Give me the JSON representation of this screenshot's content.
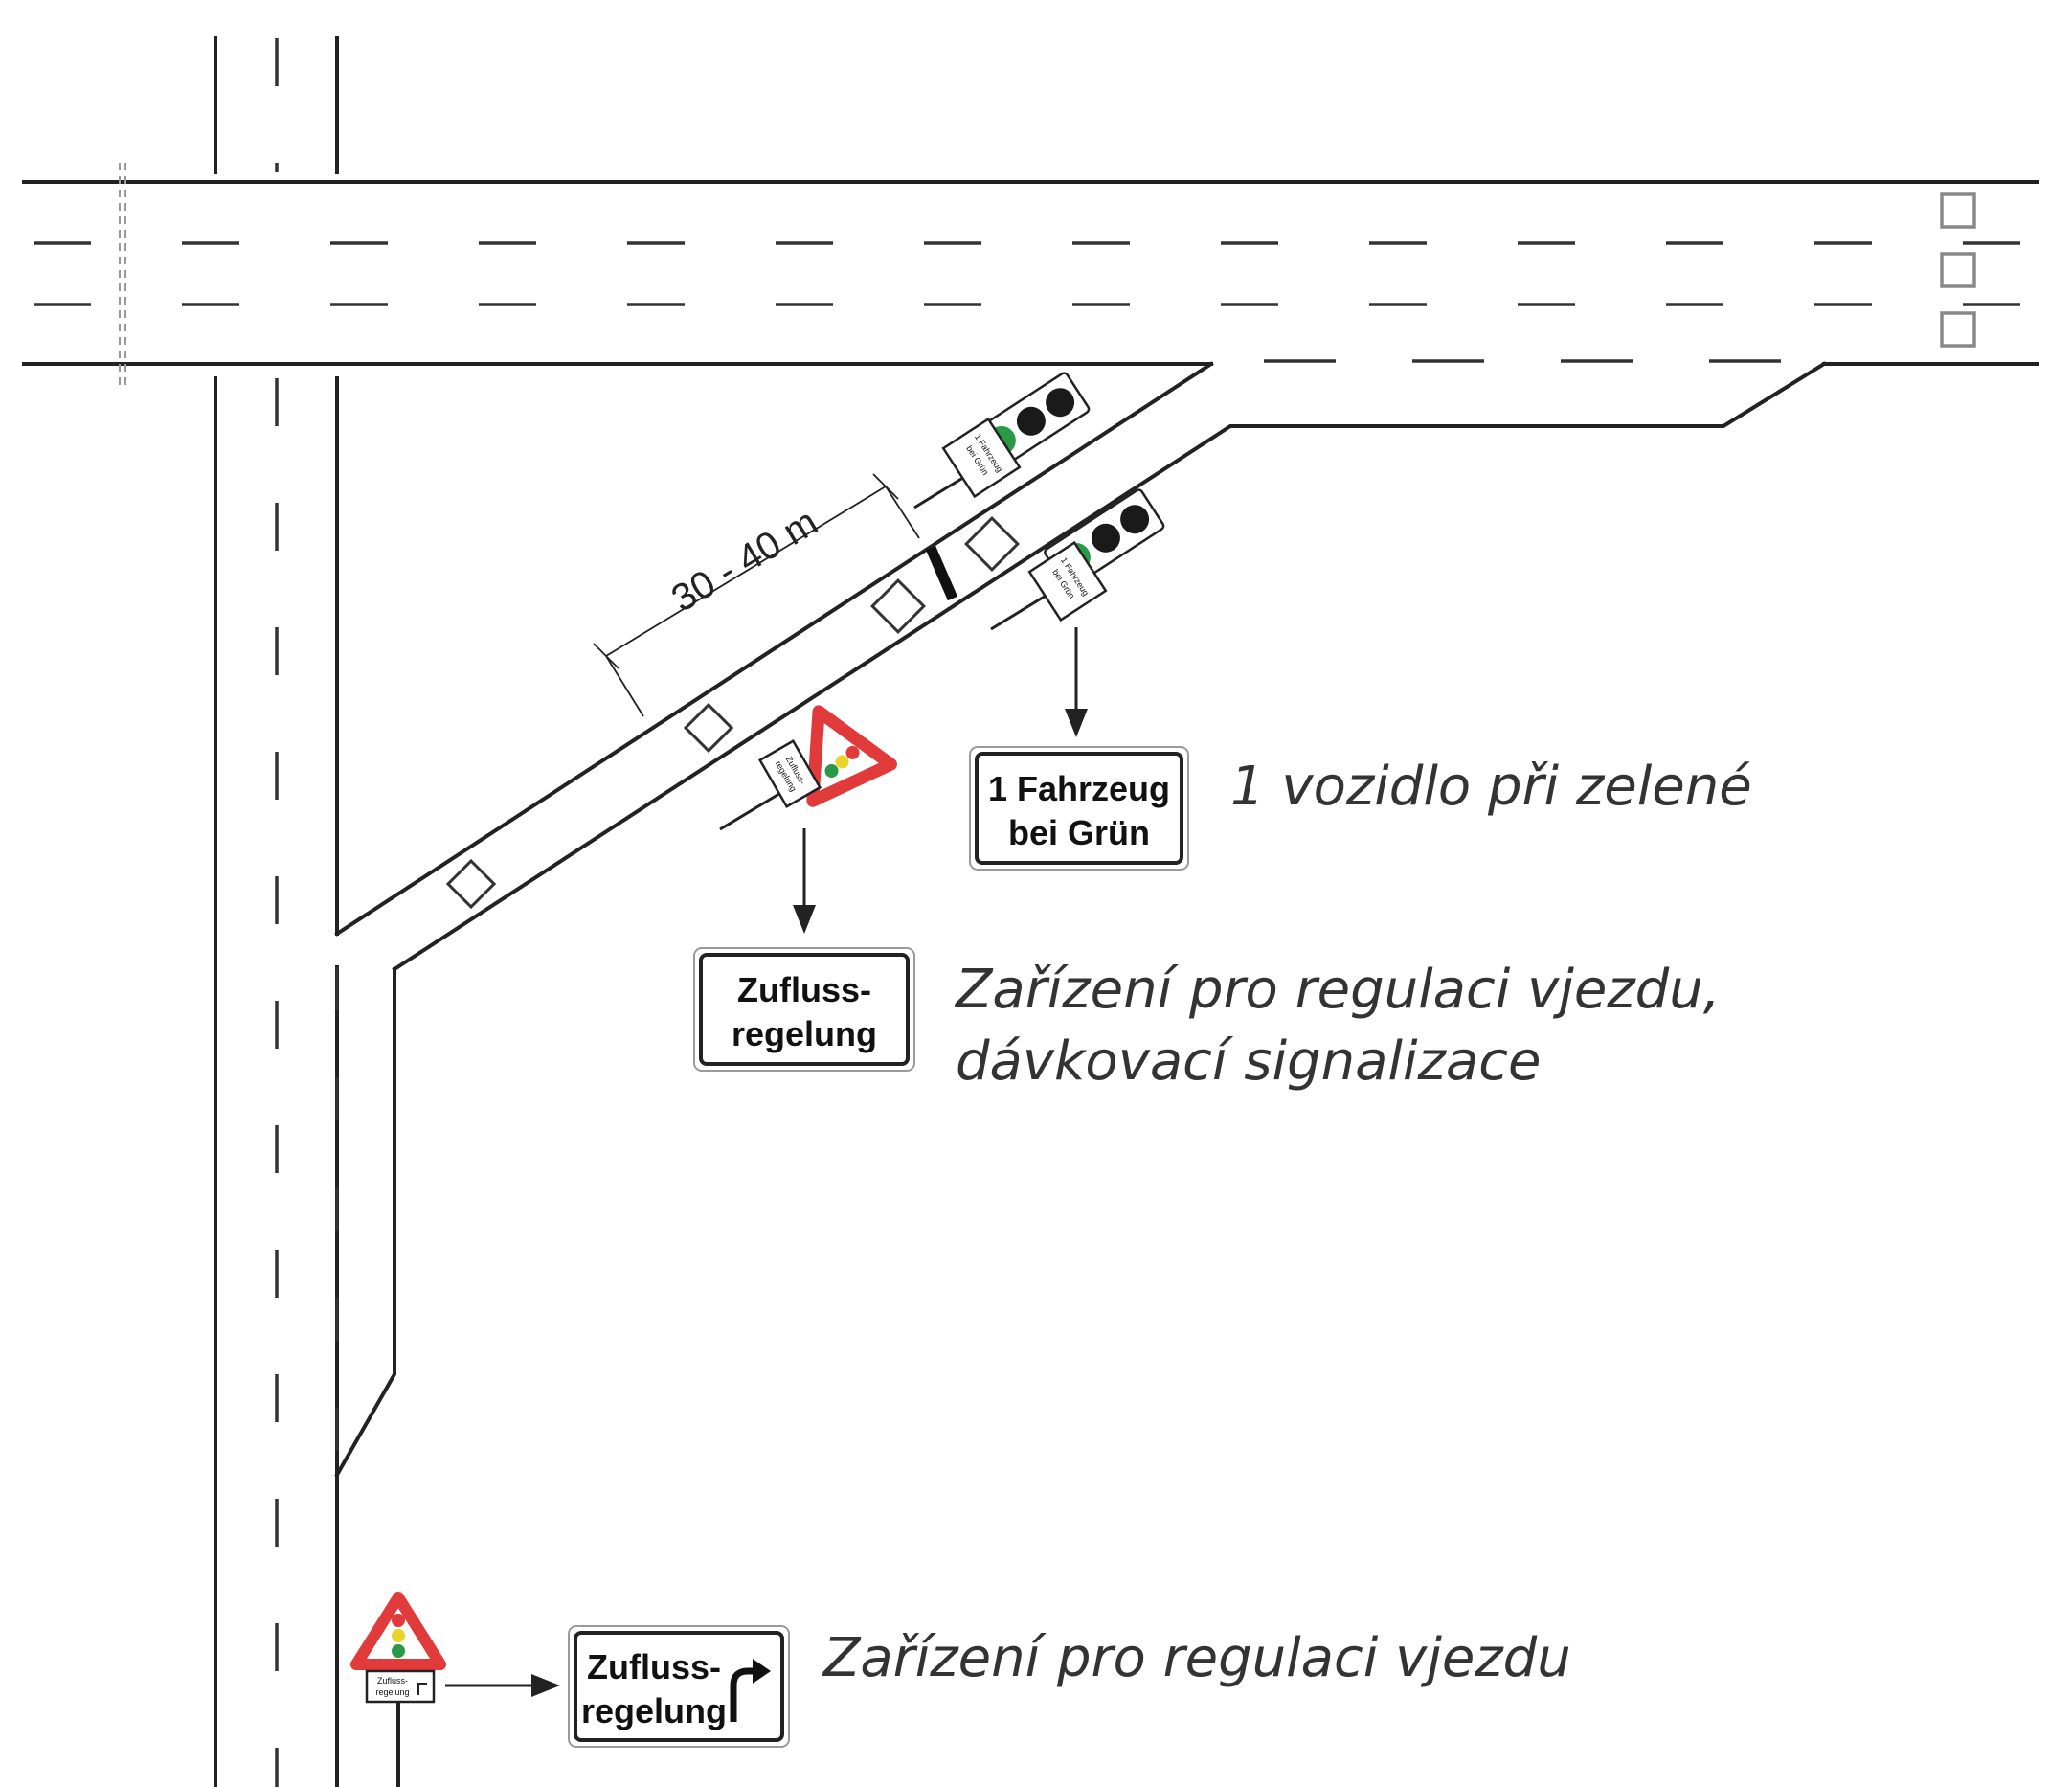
{
  "dimension_label": "30 - 40 m",
  "signs": {
    "one_vehicle_plate": {
      "line1": "1 Fahrzeug",
      "line2": "bei Grün"
    },
    "inflow_plate": {
      "line1": "Zufluss-",
      "line2": "regelung"
    },
    "inflow_turn_plate": {
      "line1": "Zufluss-",
      "line2": "regelung"
    }
  },
  "captions": {
    "one_vehicle": "1 vozidlo při zelené",
    "metering_line1": "Zařízení pro regulaci vjezdu,",
    "metering_line2": "dávkovací signalizace",
    "advance_warning": "Zařízení pro regulaci vjezdu"
  },
  "colors": {
    "signal_green": "#2a9a48",
    "signal_dark": "#1a1a1a",
    "warning_red": "#e03a3a",
    "signal_yellow": "#e8d42a"
  },
  "icons": [
    "traffic-signal-icon",
    "warning-triangle-icon",
    "turn-arrow-icon",
    "lane-marker-square-icon"
  ]
}
